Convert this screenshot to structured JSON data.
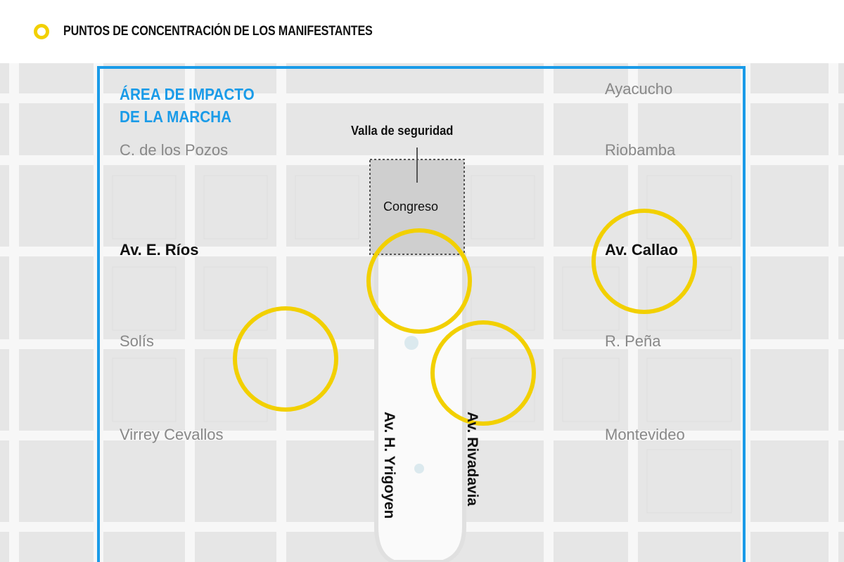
{
  "legend": {
    "label": "PUNTOS DE CONCENTRACIÓN DE LOS MANIFESTANTES",
    "marker_color": "#f2d000"
  },
  "map": {
    "title_line1": "ÁREA DE IMPACTO",
    "title_line2": "DE LA MARCHA",
    "area_border_color": "#1a9be8",
    "fence_label": "Valla de seguridad",
    "building_label": "Congreso",
    "streets": {
      "ayacucho": "Ayacucho",
      "pozos": "C. de los Pozos",
      "riobamba": "Riobamba",
      "rios": "Av. E. Ríos",
      "callao": "Av. Callao",
      "solis": "Solís",
      "pena": "R. Peña",
      "cevallos": "Virrey Cevallos",
      "montevideo": "Montevideo",
      "yrigoyen": "Av. H. Yrigoyen",
      "rivadavia": "Av. Rivadavia"
    },
    "concentration_points": 4
  }
}
